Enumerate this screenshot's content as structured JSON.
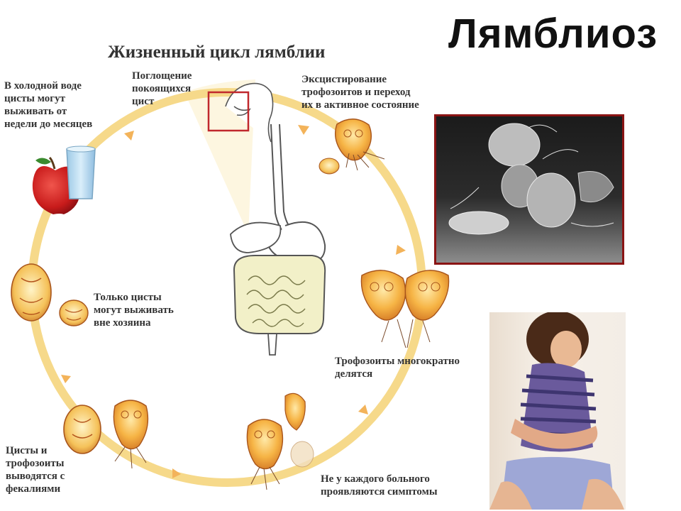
{
  "title": "Лямблиоз",
  "diagram_title": "Жизненный цикл лямблии",
  "labels": {
    "cold_water": [
      "В холодной воде",
      "цисты могут",
      "выживать от",
      "недели до месяцев"
    ],
    "ingestion": [
      "Поглощение",
      "покоящихся",
      "цист"
    ],
    "excystation": [
      "Эксцистирование",
      "трофозоитов и переход",
      "их в активное состояние"
    ],
    "only_cysts": [
      "Только цисты",
      "могут выживать",
      "вне хозяина"
    ],
    "divide": [
      "Трофозоиты многократно",
      "делятся"
    ],
    "excreted": [
      "Цисты и",
      "трофозоиты",
      "выводятся с",
      "фекалиями"
    ],
    "symptoms": [
      "Не у каждого больного",
      "проявляются симптомы"
    ]
  },
  "colors": {
    "cycle_ring": "#f6d98a",
    "arrow": "#f3b35a",
    "parasite_fill": "#f4a93a",
    "parasite_edge": "#a8551b",
    "highlight_box": "#c0282d",
    "photo_border": "#8a1414"
  },
  "icons": [
    "apple-icon",
    "water-glass-icon",
    "digestive-system-icon",
    "giardia-trophozoite-icon",
    "giardia-cyst-icon"
  ]
}
